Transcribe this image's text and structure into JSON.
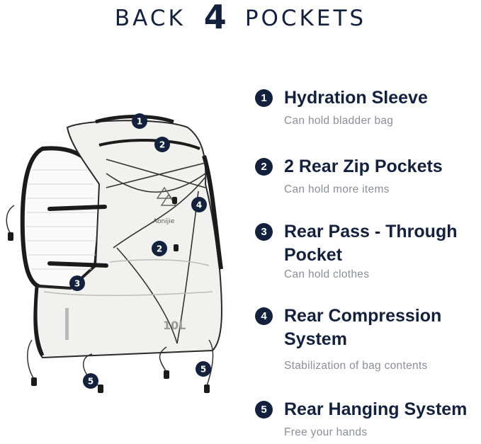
{
  "header": {
    "word_left": "BACK",
    "number": "4",
    "word_right": "POCKETS"
  },
  "product": {
    "brand_text": "Aonijie",
    "capacity_text": "10L",
    "callouts": [
      "1",
      "2",
      "2",
      "3",
      "4",
      "5",
      "5"
    ],
    "colors": {
      "vest": "#f1f1ef",
      "trim": "#1b1b1b",
      "badge": "#14213d"
    }
  },
  "features": [
    {
      "number": "1",
      "title": "Hydration Sleeve",
      "description": "Can hold bladder bag"
    },
    {
      "number": "2",
      "title": "2 Rear Zip Pockets",
      "description": "Can hold more items"
    },
    {
      "number": "3",
      "title_line1": "Rear Pass - Through",
      "title_line2": "Pocket",
      "description": "Can hold clothes"
    },
    {
      "number": "4",
      "title_line1": "Rear Compression",
      "title_line2": "System",
      "description": "Stabilization of bag contents"
    },
    {
      "number": "5",
      "title": "Rear Hanging System",
      "description": "Free your hands"
    }
  ]
}
